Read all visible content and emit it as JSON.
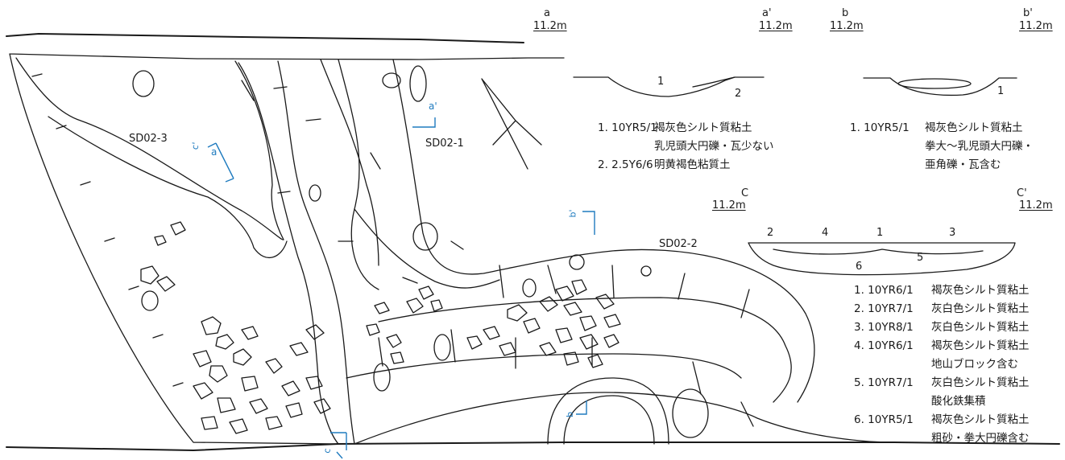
{
  "features": {
    "sd02_1": "SD02-1",
    "sd02_2": "SD02-2",
    "sd02_3": "SD02-3"
  },
  "sections": {
    "a": {
      "start": "a",
      "end": "a'",
      "elev_start": "11.2m",
      "elev_end": "11.2m",
      "layer_nums": [
        "1",
        "2"
      ]
    },
    "b": {
      "start": "b",
      "end": "b'",
      "elev_start": "11.2m",
      "elev_end": "11.2m",
      "layer_nums": [
        "1"
      ]
    },
    "c": {
      "start": "C",
      "end": "C'",
      "elev_start": "11.2m",
      "elev_end": "11.2m",
      "layer_nums": [
        "1",
        "2",
        "3",
        "4",
        "5",
        "6"
      ]
    }
  },
  "plan_markers": {
    "a": "a",
    "a_prime": "a'",
    "b": "b",
    "b_prime": "b'",
    "c": "c",
    "c_prime": "c'"
  },
  "legends": {
    "a": [
      {
        "code": "1.  10YR5/1",
        "desc": [
          "褐灰色シルト質粘土",
          "乳児頭大円礫・瓦少ない"
        ]
      },
      {
        "code": "2.  2.5Y6/6",
        "desc": [
          "明黄褐色粘質土"
        ]
      }
    ],
    "b": [
      {
        "code": "1.  10YR5/1",
        "desc": [
          "褐灰色シルト質粘土",
          "拳大～乳児頭大円礫・",
          "亜角礫・瓦含む"
        ]
      }
    ],
    "c": [
      {
        "code": "1.  10YR6/1",
        "desc": [
          "褐灰色シルト質粘土"
        ]
      },
      {
        "code": "2.  10YR7/1",
        "desc": [
          "灰白色シルト質粘土"
        ]
      },
      {
        "code": "3.  10YR8/1",
        "desc": [
          "灰白色シルト質粘土"
        ]
      },
      {
        "code": "4.  10YR6/1",
        "desc": [
          "褐灰色シルト質粘土",
          "地山ブロック含む"
        ]
      },
      {
        "code": "5.  10YR7/1",
        "desc": [
          "灰白色シルト質粘土",
          "酸化鉄集積"
        ]
      },
      {
        "code": "6.  10YR5/1",
        "desc": [
          "褐灰色シルト質粘土",
          "粗砂・拳大円礫含む"
        ]
      }
    ]
  },
  "colors": {
    "line": "#1a1a1a",
    "section_marker": "#1f7bbf"
  }
}
